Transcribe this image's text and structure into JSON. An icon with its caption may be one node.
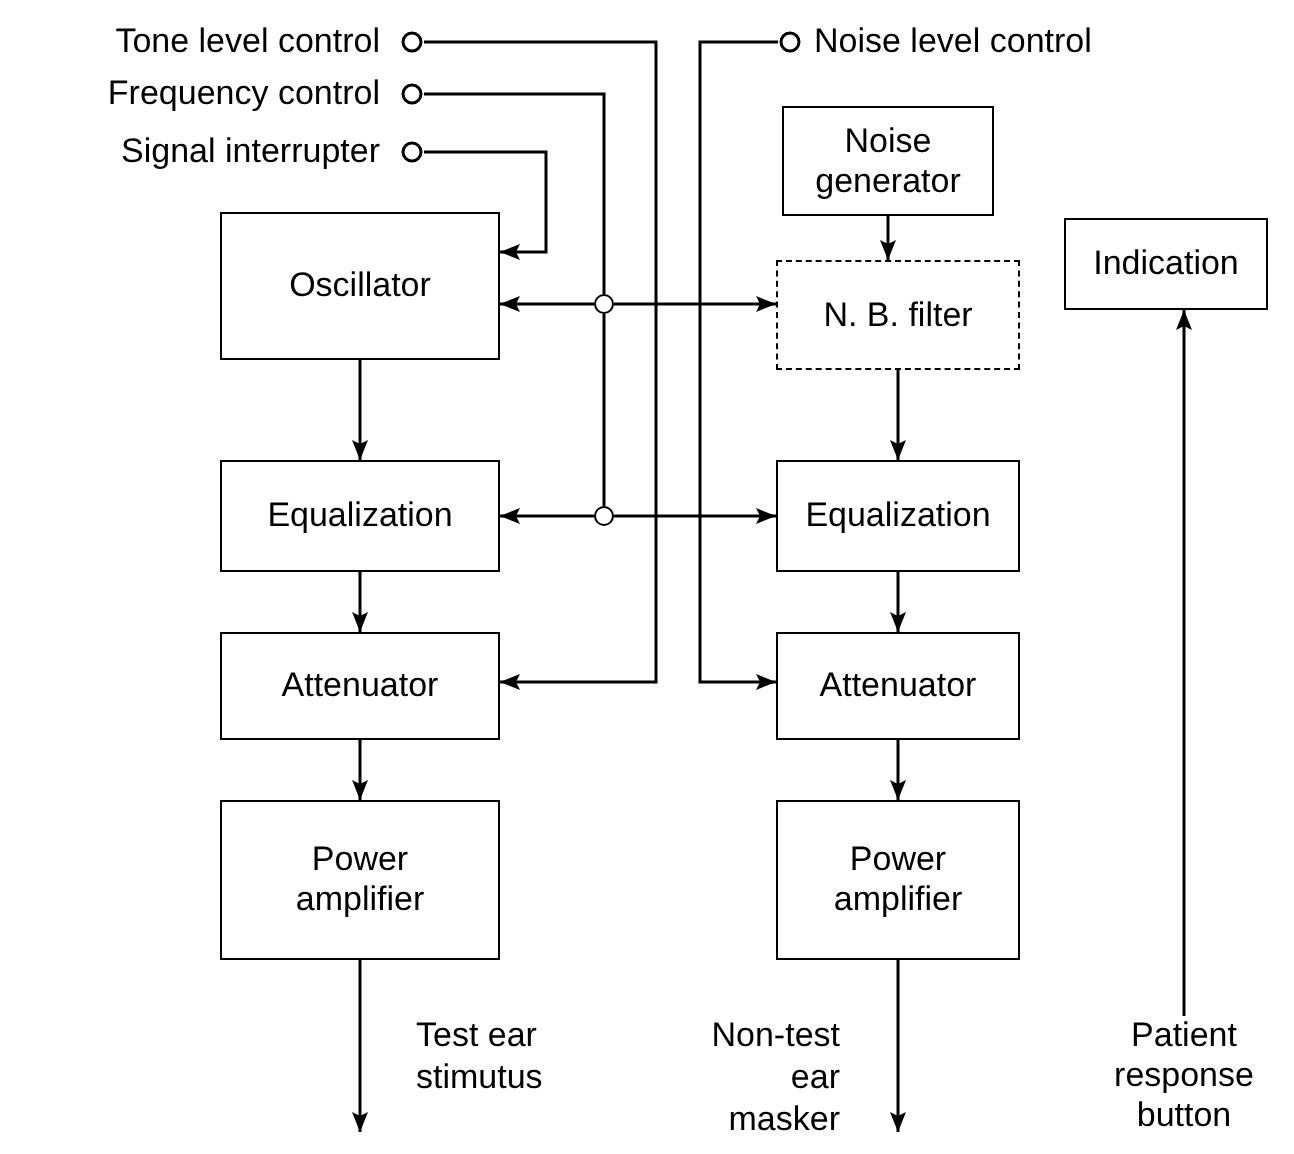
{
  "diagram": {
    "nodes": [
      {
        "text": [
          "Tone level control"
        ]
      },
      {
        "text": [
          "Frequency control"
        ]
      },
      {
        "text": [
          "Signal interrupter"
        ]
      },
      {
        "text": [
          "Noise level control"
        ]
      },
      {
        "text": [
          "Oscillator"
        ]
      },
      {
        "text": [
          "Noise generator"
        ]
      },
      {
        "text": [
          "N. B. filter"
        ]
      },
      {
        "text": [
          "Indication"
        ]
      },
      {
        "text": [
          "Equalization"
        ]
      },
      {
        "text": [
          "Equalization"
        ]
      },
      {
        "text": [
          "Attenuator"
        ]
      },
      {
        "text": [
          "Attenuator"
        ]
      },
      {
        "text": [
          "Power amplifier"
        ]
      },
      {
        "text": [
          "Power amplifier"
        ]
      },
      {
        "text": [
          "Patient response button"
        ]
      },
      {
        "text": [],
        "shape": "circle"
      },
      {
        "text": [],
        "shape": "circle"
      }
    ],
    "edges": [
      {
        "from": 0,
        "to": 10,
        "arrow": "to"
      },
      {
        "from": 1,
        "to": 15,
        "arrow": "none"
      },
      {
        "from": 15,
        "to": 4,
        "arrow": "to"
      },
      {
        "from": 15,
        "to": 6,
        "arrow": "to"
      },
      {
        "from": 15,
        "to": 16,
        "arrow": "none"
      },
      {
        "from": 16,
        "to": 8,
        "arrow": "to"
      },
      {
        "from": 16,
        "to": 9,
        "arrow": "to"
      },
      {
        "from": 2,
        "to": 4,
        "arrow": "to"
      },
      {
        "from": 3,
        "to": 11,
        "arrow": "to"
      },
      {
        "from": 4,
        "to": 8,
        "arrow": "to"
      },
      {
        "from": 8,
        "to": 10,
        "arrow": "to"
      },
      {
        "from": 10,
        "to": 12,
        "arrow": "to"
      },
      {
        "from": 12,
        "to": null,
        "arrow": "to"
      },
      {
        "from": 5,
        "to": 6,
        "arrow": "to"
      },
      {
        "from": 6,
        "to": 9,
        "arrow": "to"
      },
      {
        "from": 9,
        "to": 11,
        "arrow": "to"
      },
      {
        "from": 11,
        "to": 13,
        "arrow": "to"
      },
      {
        "from": 13,
        "to": null,
        "arrow": "to"
      },
      {
        "from": 14,
        "to": 7,
        "arrow": "to"
      }
    ],
    "labels": [
      "Test ear stimutus",
      "Non-test ear masker"
    ]
  }
}
